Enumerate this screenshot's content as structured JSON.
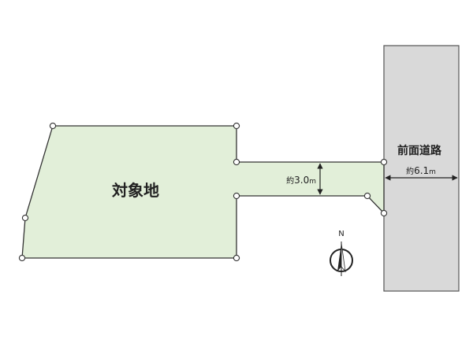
{
  "plot": {
    "label": "対象地"
  },
  "road": {
    "label": "前面道路",
    "width_prefix": "約",
    "width_value": "6.1",
    "width_unit": "m"
  },
  "access": {
    "width_prefix": "約",
    "width_value": "3.0",
    "width_unit": "m"
  },
  "compass": {
    "label": "N"
  },
  "colors": {
    "plot_fill": "#e2efd9",
    "plot_stroke": "#333333",
    "road_fill": "#d9d9d9",
    "road_stroke": "#555555",
    "dimension": "#222222"
  }
}
